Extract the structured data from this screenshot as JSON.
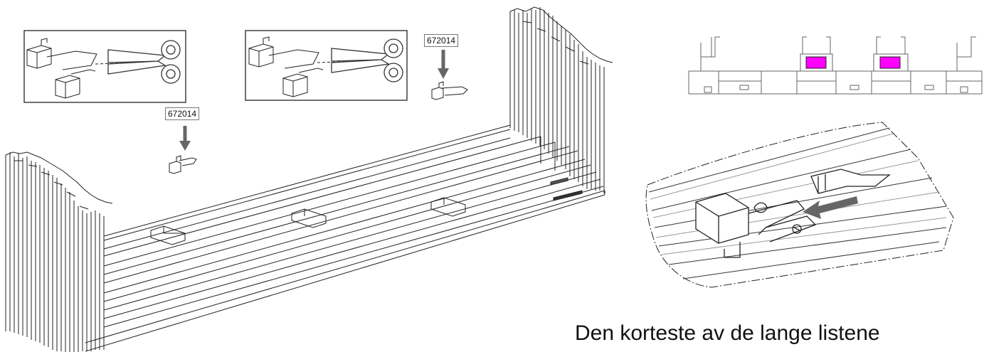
{
  "part_labels": {
    "left": "672014",
    "right": "672014"
  },
  "caption": "Den korteste av de lange listene",
  "colors": {
    "highlight": "#ff00ff",
    "arrow": "#666666",
    "line": "#222222"
  },
  "icons": {
    "cut": "scissors-icon",
    "direction": "arrow-icon"
  }
}
